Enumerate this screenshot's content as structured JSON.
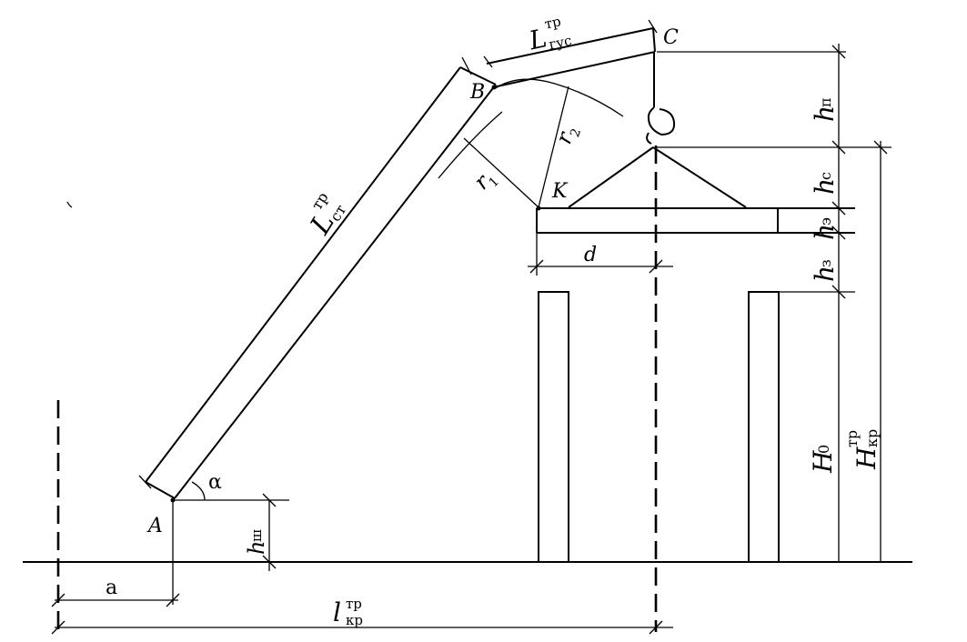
{
  "labels": {
    "point_a": "A",
    "point_b": "B",
    "point_c": "C",
    "point_k": "K",
    "angle_alpha": "α",
    "offset_a": "a",
    "hinge_height": "h",
    "hinge_height_sub": "ш",
    "boom_length": "L",
    "boom_length_sup": "тр",
    "boom_length_sub": "ст",
    "jib_length": "L",
    "jib_length_sup": "тр",
    "jib_length_sub": "гус",
    "radius_1": "r",
    "radius_1_sub": "1",
    "radius_2": "r",
    "radius_2_sub": "2",
    "distance_d": "d",
    "h_hook": "h",
    "h_hook_sub": "п",
    "h_sling": "h",
    "h_sling_sub": "с",
    "h_load": "h",
    "h_load_sub": "э",
    "h_clearance": "h",
    "h_clearance_sub": "з",
    "mount_height": "H",
    "mount_height_sub": "0",
    "crane_height": "H",
    "crane_height_sup": "тр",
    "crane_height_sub": "кр",
    "crane_reach": "l",
    "crane_reach_sup": "тр",
    "crane_reach_sub": "кр"
  }
}
